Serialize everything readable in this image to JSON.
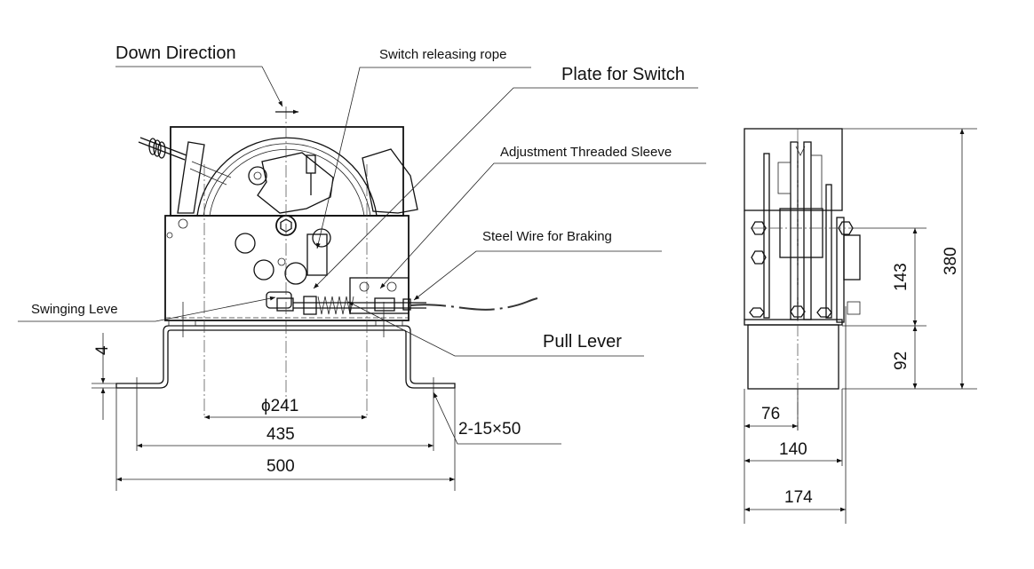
{
  "drawing": {
    "front_view": {
      "labels": {
        "down_direction": "Down Direction",
        "switch_releasing_rope": "Switch releasing rope",
        "plate_for_switch": "Plate for Switch",
        "adjustment_threaded_sleeve": "Adjustment Threaded Sleeve",
        "steel_wire_for_braking": "Steel Wire for Braking",
        "swinging_lever": "Swinging Leve",
        "pull_lever": "Pull Lever",
        "mounting_holes": "2-15×50"
      },
      "dimensions": {
        "plate_thickness": "4",
        "sheave_diameter": "ϕ241",
        "hole_spacing": "435",
        "base_width": "500"
      }
    },
    "side_view": {
      "dimensions": {
        "overall_height": "380",
        "axle_height": "143",
        "base_height": "92",
        "sheave_offset": "76",
        "base_depth": "140",
        "overall_depth": "174"
      }
    }
  },
  "colors": {
    "line": "#111111",
    "background": "#ffffff"
  }
}
